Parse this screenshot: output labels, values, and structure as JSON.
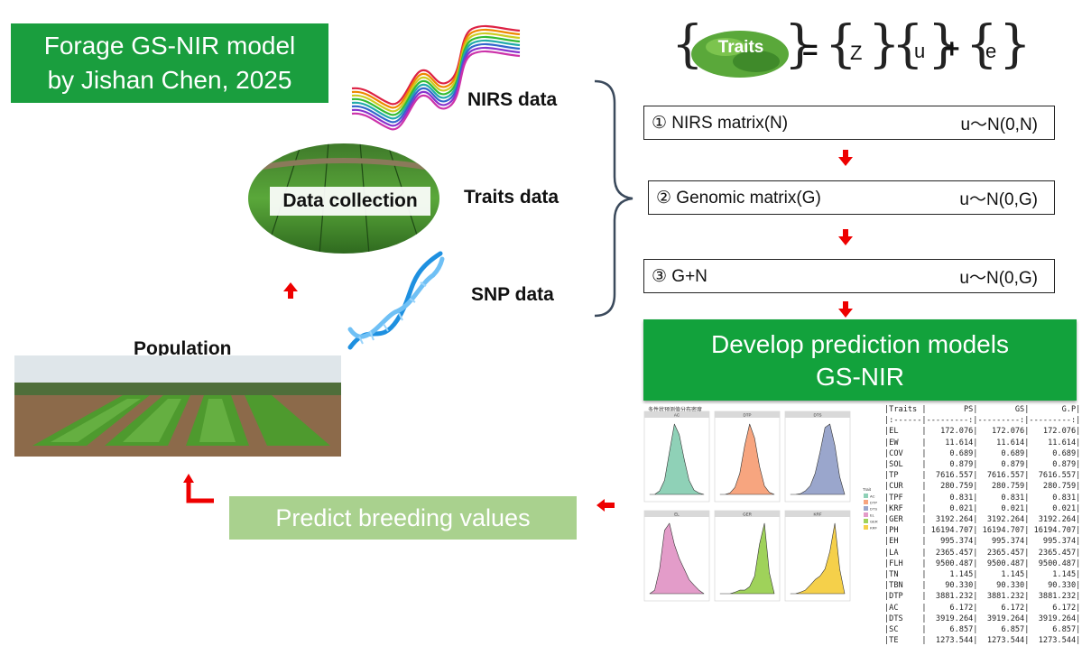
{
  "title": {
    "line1": "Forage GS-NIR model",
    "line2": "by Jishan Chen, 2025"
  },
  "sources": {
    "nirs": "NIRS data",
    "traits": "Traits data",
    "snp": "SNP data"
  },
  "data_collection": "Data collection",
  "population": "Population",
  "equation": {
    "lhs": "Traits",
    "equals": "=",
    "z": "Z",
    "u": "u",
    "plus": "+",
    "e": "e"
  },
  "steps": [
    {
      "label": "① NIRS matrix(N)",
      "dist": "u～N(0,N)"
    },
    {
      "label": "② Genomic matrix(G)",
      "dist": "u～N(0,G)"
    },
    {
      "label": "③ G+N",
      "dist": "u～N(0,G)"
    }
  ],
  "develop": {
    "line1": "Develop prediction models",
    "line2": "GS-NIR"
  },
  "predict": "Predict breeding values",
  "density_title": "多性状预测值分布密度",
  "panel_headers": [
    "AC",
    "DTP",
    "DTS",
    "EL",
    "GER",
    "KRF"
  ],
  "legend": {
    "title": "Trait",
    "items": [
      "AC",
      "DTP",
      "DTS",
      "EL",
      "GER",
      "KRF"
    ]
  },
  "colors": {
    "green": "#1a9e3e",
    "light_green": "#a9d18e",
    "arrow_red": "#ee0000",
    "panels": [
      "#8fd1b7",
      "#f7a57f",
      "#9aa6cc",
      "#e39cc9",
      "#9fd25a",
      "#f5d04a"
    ]
  },
  "table": {
    "header": "|Traits |        PS|        GS|       G.P|",
    "sep": "|:------|---------:|---------:|---------:|",
    "rows": [
      "|EL     |   172.076|   172.076|   172.076|",
      "|EW     |    11.614|    11.614|    11.614|",
      "|COV    |     0.689|     0.689|     0.689|",
      "|SOL    |     0.879|     0.879|     0.879|",
      "|TP     |  7616.557|  7616.557|  7616.557|",
      "|CUR    |   280.759|   280.759|   280.759|",
      "|TPF    |     0.831|     0.831|     0.831|",
      "|KRF    |     0.021|     0.021|     0.021|",
      "|GER    |  3192.264|  3192.264|  3192.264|",
      "|PH     | 16194.707| 16194.707| 16194.707|",
      "|EH     |   995.374|   995.374|   995.374|",
      "|LA     |  2365.457|  2365.457|  2365.457|",
      "|FLH    |  9500.487|  9500.487|  9500.487|",
      "|TN     |     1.145|     1.145|     1.145|",
      "|TBN    |    90.330|    90.330|    90.330|",
      "|DTP    |  3881.232|  3881.232|  3881.232|",
      "|AC     |     6.172|     6.172|     6.172|",
      "|DTS    |  3919.264|  3919.264|  3919.264|",
      "|SC     |     6.857|     6.857|     6.857|",
      "|TE     |  1273.544|  1273.544|  1273.544|"
    ]
  }
}
